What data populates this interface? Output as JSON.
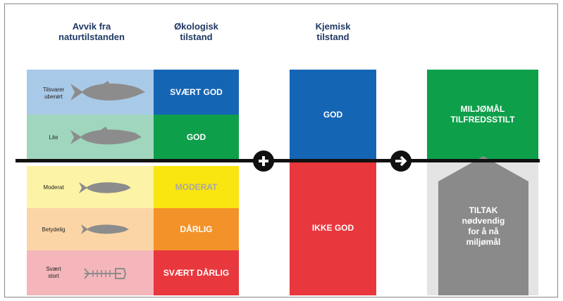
{
  "headers": {
    "deviation": "Avvik fra\nnaturtilstanden",
    "ecological": "Økologisk\ntilstand",
    "chemical": "Kjemisk\ntilstand"
  },
  "deviation_rows": [
    {
      "label": "Tilsvarer\nuberørt",
      "color": "#a9c9e8"
    },
    {
      "label": "Lite",
      "color": "#9fd6bd"
    },
    {
      "label": "Moderat",
      "color": "#fdf3a6"
    },
    {
      "label": "Betydelig",
      "color": "#fbd5a5"
    },
    {
      "label": "Svært\nstort",
      "color": "#f4b6bb"
    }
  ],
  "ecological_status": [
    {
      "label": "SVÆRT GOD",
      "color": "#1565b5"
    },
    {
      "label": "GOD",
      "color": "#0e9f4b"
    },
    {
      "label": "MODERAT",
      "color": "#f9e50f"
    },
    {
      "label": "DÅRLIG",
      "color": "#f4922a"
    },
    {
      "label": "SVÆRT DÅRLIG",
      "color": "#e8373d"
    }
  ],
  "chemical_status": [
    {
      "label": "GOD",
      "color": "#1565b5"
    },
    {
      "label": "IKKE GOD",
      "color": "#e8373d"
    }
  ],
  "outcome": {
    "achieved": "MILJØMÅL\nTILFREDSSTILT",
    "achieved_color": "#0e9f4b",
    "action": "TILTAK\nnødvendig\nfor å nå\nmiljømål",
    "action_color": "#8a8a8a"
  },
  "icons": {
    "plus": "plus-icon",
    "arrow": "arrow-right-icon",
    "fish": "fish-icon",
    "skeleton": "fish-skeleton-icon"
  }
}
